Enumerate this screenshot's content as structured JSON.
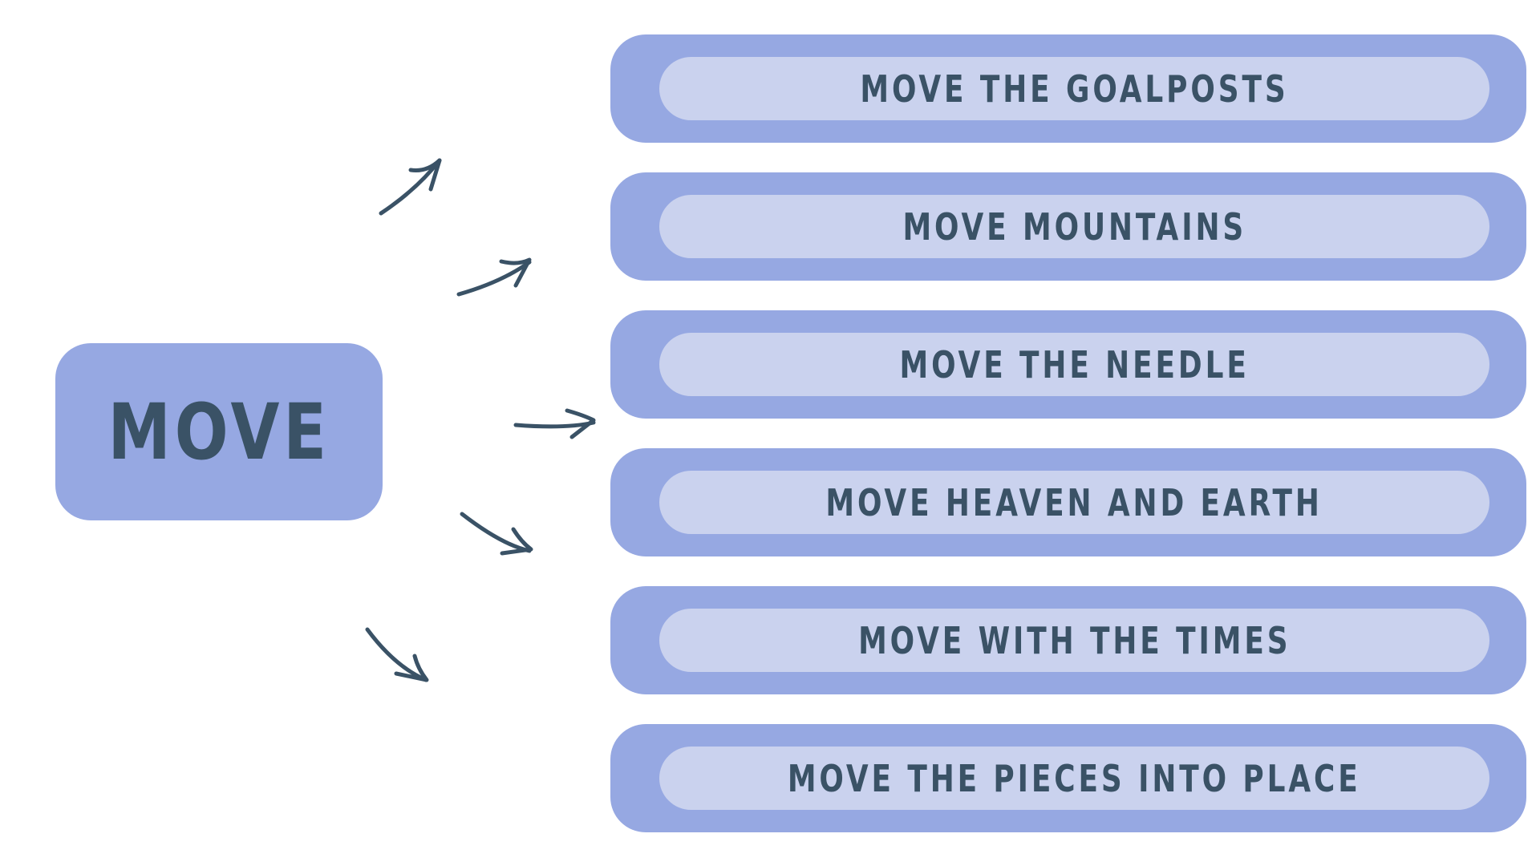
{
  "colors": {
    "outer_box": "#96a8e2",
    "inner_box": "#cad2ee",
    "text": "#3a5266",
    "arrow": "#3a5266",
    "background": "#ffffff"
  },
  "root": {
    "label": "MOVE"
  },
  "phrases": [
    {
      "label": "MOVE THE GOALPOSTS"
    },
    {
      "label": "MOVE MOUNTAINS"
    },
    {
      "label": "MOVE THE NEEDLE"
    },
    {
      "label": "MOVE HEAVEN AND EARTH"
    },
    {
      "label": "MOVE WITH THE TIMES"
    },
    {
      "label": "MOVE THE PIECES INTO PLACE"
    }
  ]
}
